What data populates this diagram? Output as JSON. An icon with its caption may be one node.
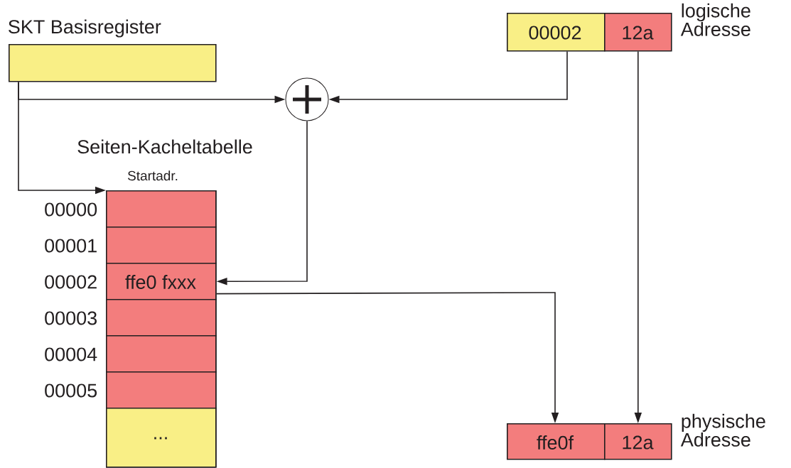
{
  "diagram": {
    "nodes": [
      {
        "text": [
          "SKT Basisregister"
        ]
      },
      {
        "text": [
          "00002"
        ]
      },
      {
        "text": [
          "12a"
        ],
        "beside": [
          "logische Adresse"
        ]
      },
      {
        "text": [],
        "shape": "circle"
      },
      {
        "text": [
          "Seiten-Kacheltabelle",
          "Startadr."
        ]
      },
      {
        "text": [],
        "shape": "box",
        "in": 4,
        "beside": [
          "00000"
        ]
      },
      {
        "text": [],
        "shape": "box",
        "in": 4,
        "beside": [
          "00001"
        ]
      },
      {
        "text": [
          "ffe0 fxxx"
        ],
        "in": 4,
        "beside": [
          "00002"
        ]
      },
      {
        "text": [],
        "shape": "box",
        "in": 4,
        "beside": [
          "00003"
        ]
      },
      {
        "text": [],
        "shape": "box",
        "in": 4,
        "beside": [
          "00004"
        ]
      },
      {
        "text": [],
        "shape": "box",
        "in": 4,
        "beside": [
          "00005"
        ]
      },
      {
        "text": [
          "..."
        ],
        "in": 4
      },
      {
        "text": [
          "ffe0f"
        ]
      },
      {
        "text": [
          "12a"
        ],
        "beside": [
          "physische Adresse"
        ]
      }
    ],
    "edges": [
      {
        "from": 0,
        "to": 3,
        "arrow": "to"
      },
      {
        "from": 0,
        "to": 4,
        "arrow": "to"
      },
      {
        "from": 1,
        "to": 3,
        "arrow": "to"
      },
      {
        "from": 3,
        "to": 7,
        "arrow": "to"
      },
      {
        "from": 7,
        "to": 12,
        "arrow": "to"
      },
      {
        "from": 2,
        "to": 13,
        "arrow": "to"
      }
    ]
  }
}
